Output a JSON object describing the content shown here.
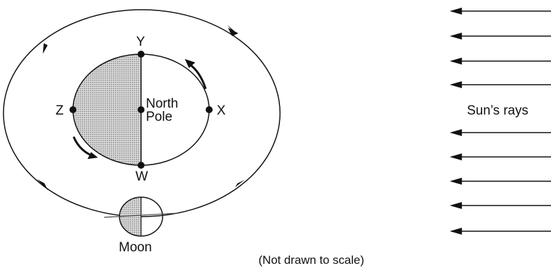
{
  "labels": {
    "point_y": "Y",
    "point_z": "Z",
    "point_x": "X",
    "point_w": "W",
    "center_line1": "North",
    "center_line2": "Pole",
    "moon": "Moon",
    "sun_rays": "Sun’s rays",
    "scale_note": "(Not drawn to scale)"
  },
  "colors": {
    "line": "#111111",
    "shade": "#c9c9c9"
  }
}
